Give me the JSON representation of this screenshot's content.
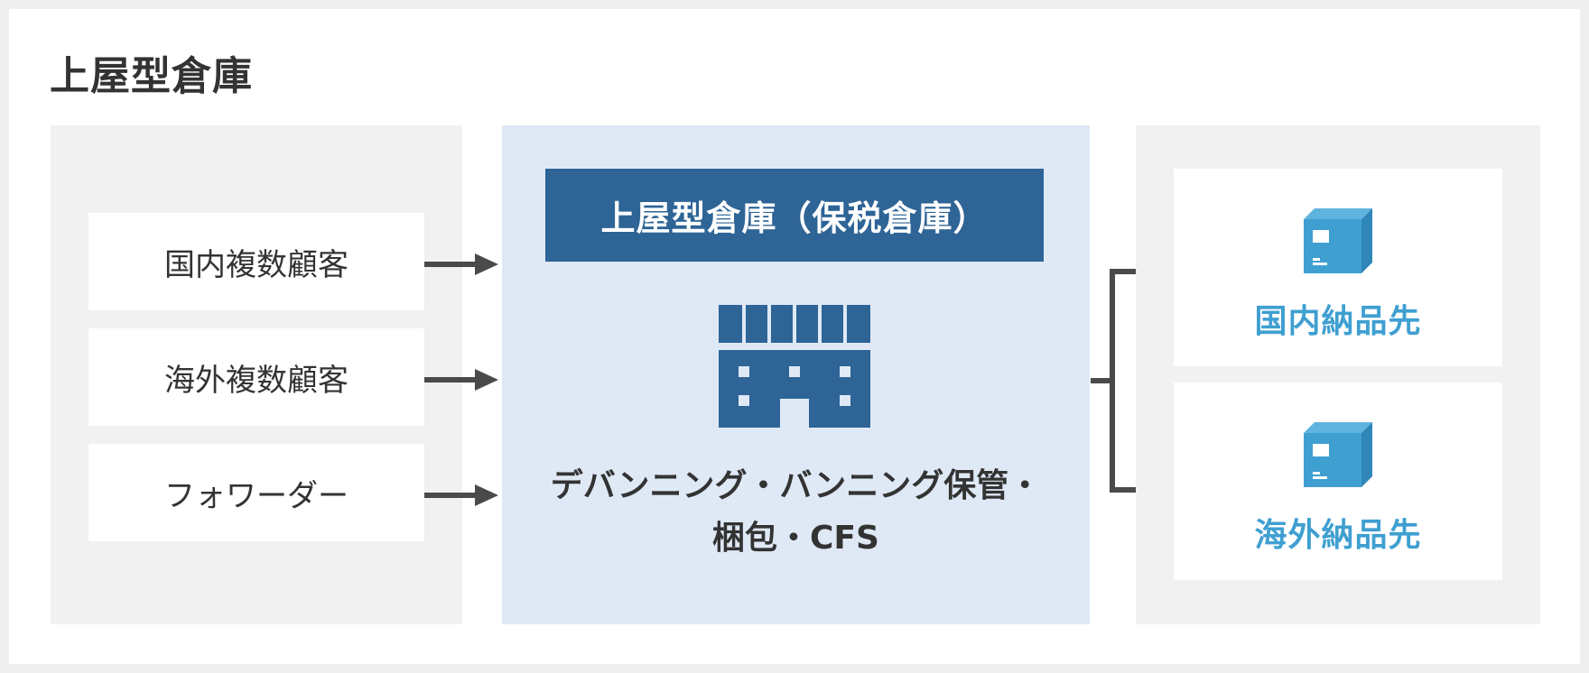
{
  "title": "上屋型倉庫",
  "clients": [
    {
      "label": "国内複数顧客"
    },
    {
      "label": "海外複数顧客"
    },
    {
      "label": "フォワーダー"
    }
  ],
  "center": {
    "header": "上屋型倉庫（保税倉庫）",
    "description_line1": "デバンニング・バンニング保管・",
    "description_line2": "梱包・CFS",
    "icon": "warehouse-icon"
  },
  "destinations": [
    {
      "label": "国内納品先",
      "icon": "box-icon"
    },
    {
      "label": "海外納品先",
      "icon": "box-icon"
    }
  ],
  "colors": {
    "background": "#efefef",
    "panel_gray": "#f1f1f1",
    "panel_blue": "#dfe9f6",
    "header_blue": "#2e6496",
    "accent_blue": "#3f9fd1",
    "arrow": "#4a4a4a",
    "text": "#333333"
  }
}
